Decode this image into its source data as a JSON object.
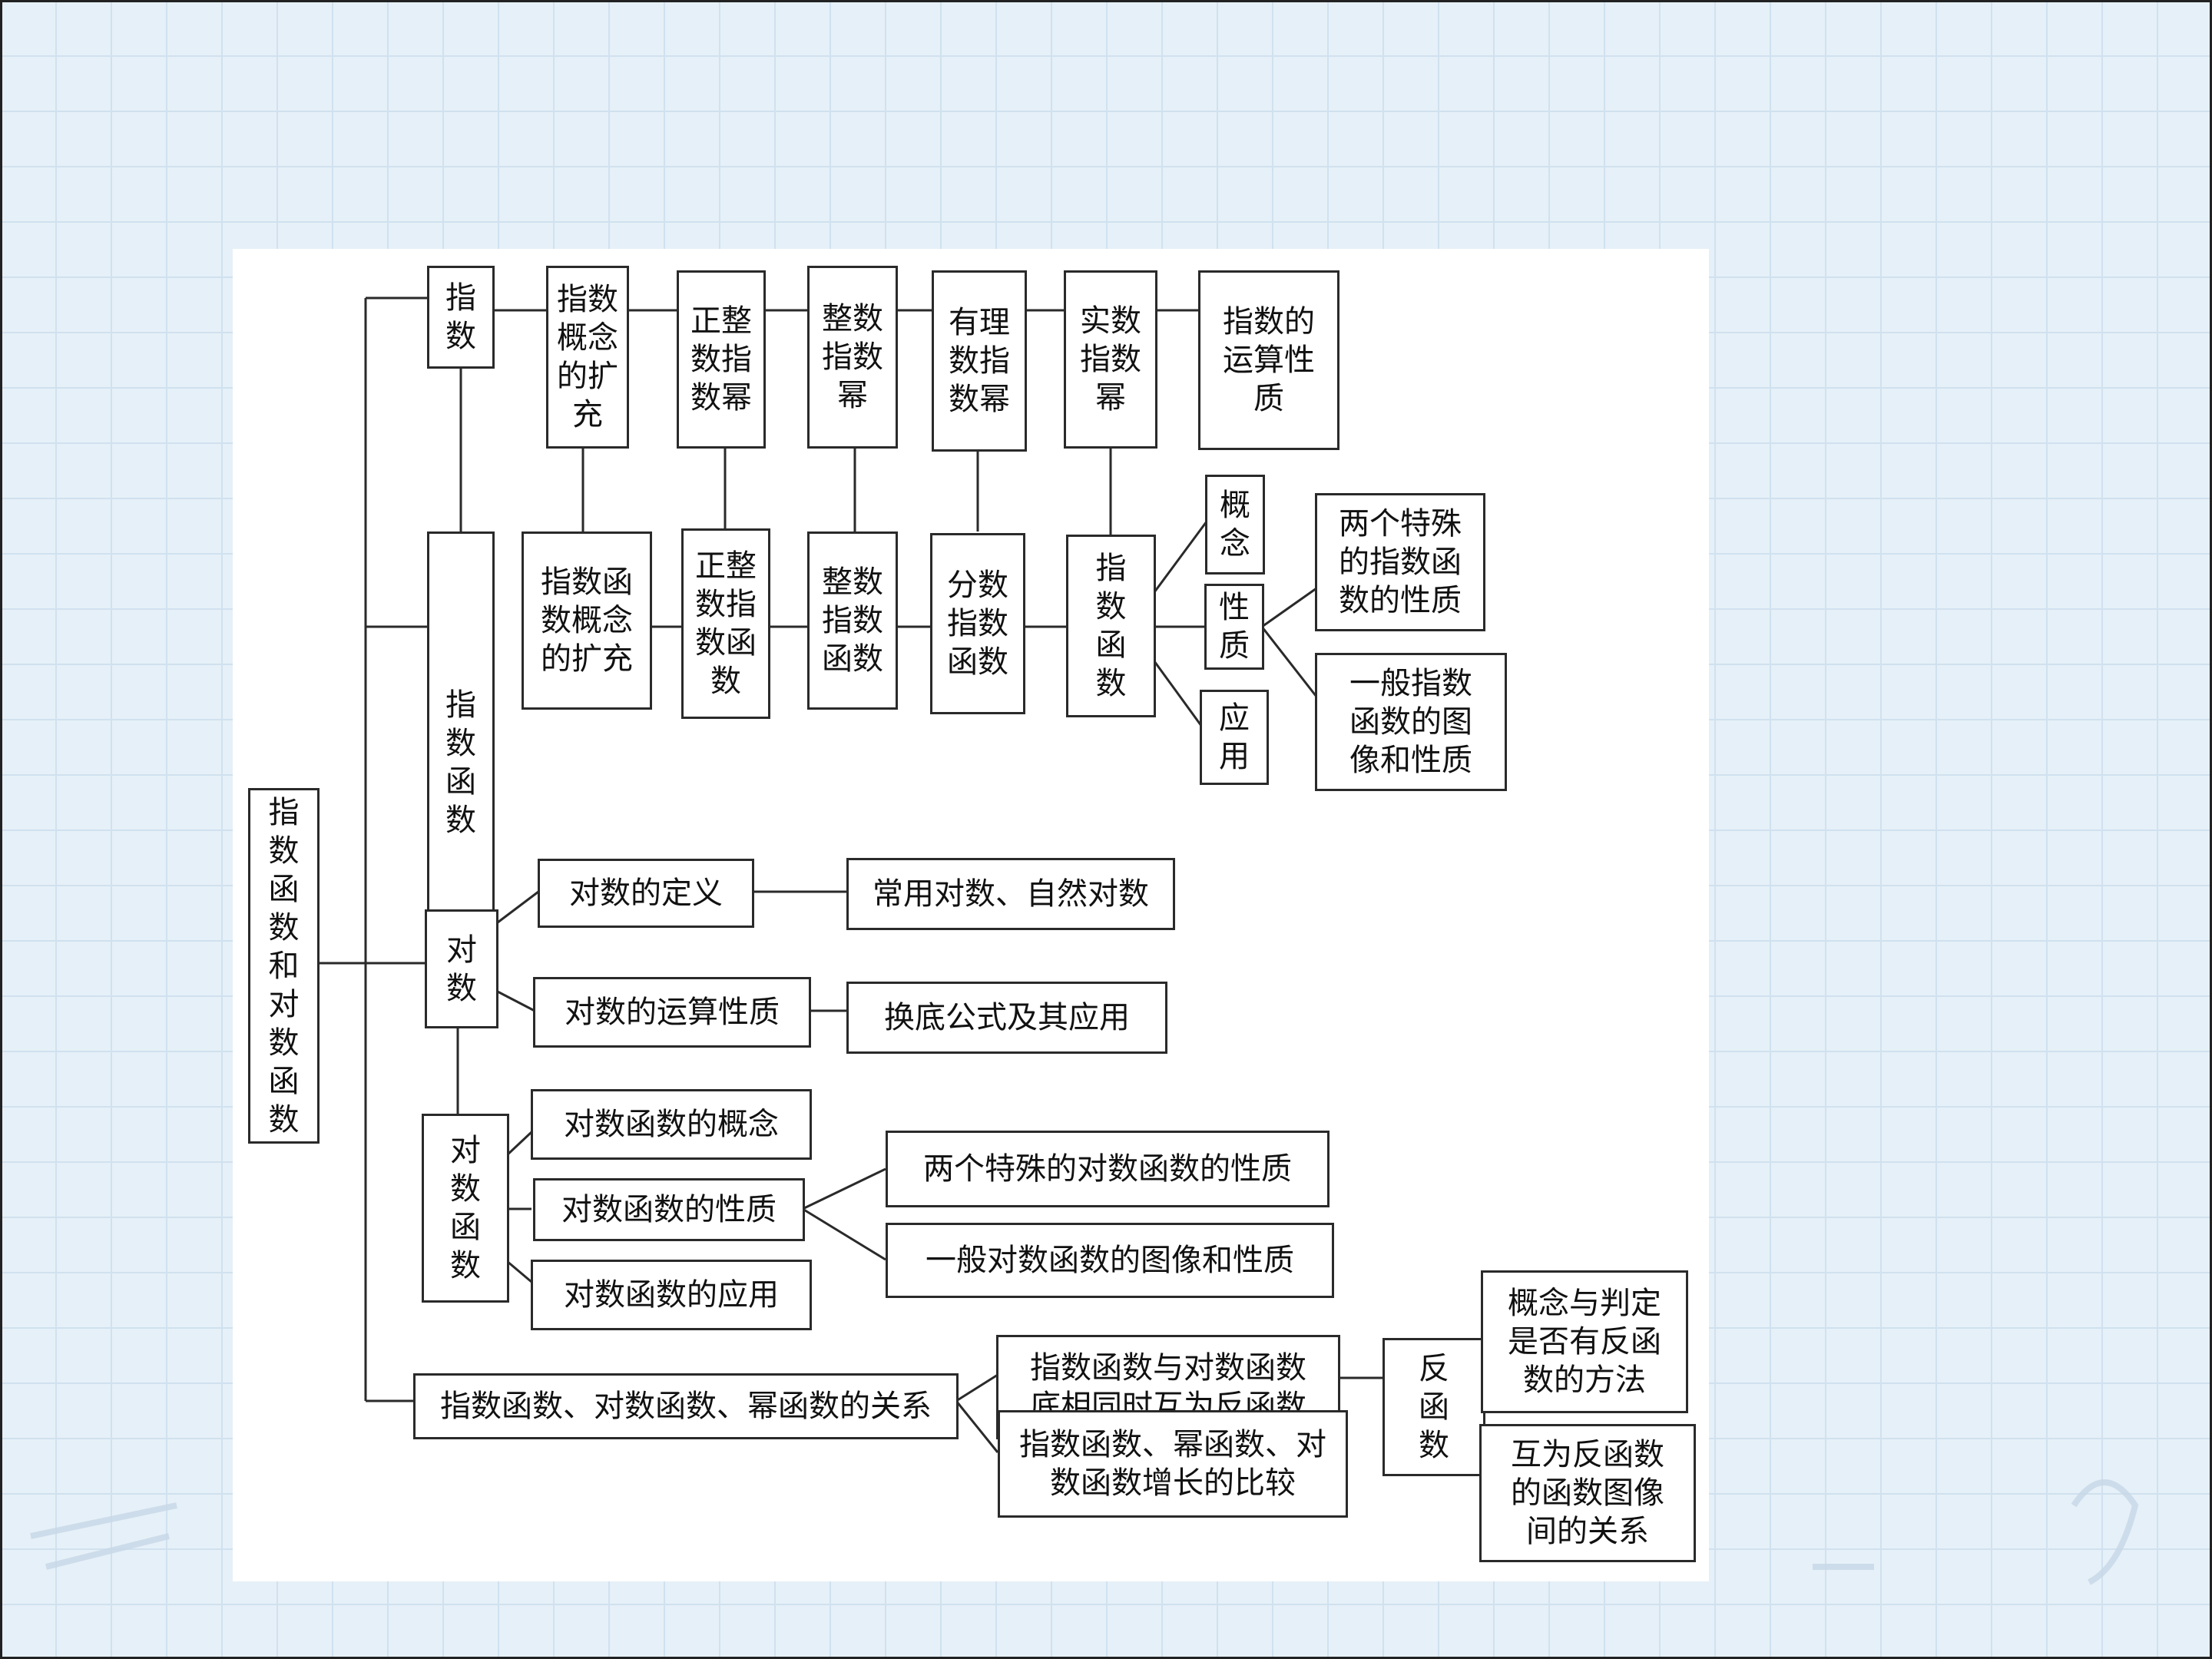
{
  "diagram": {
    "root": "指\n数\n函\n数\n和\n对\n数\n函\n数",
    "exponent": {
      "title": "指\n数",
      "concept_ext": "指数\n概念\n的扩\n充",
      "pos_int_power": "正整\n数指\n数幂",
      "int_power": "整数\n指数\n幂",
      "rational_power": "有理\n数指\n数幂",
      "real_power": "实数\n指数\n幂",
      "operation_props": "指数的\n运算性\n质"
    },
    "exp_function": {
      "title": "指\n数\n函\n数",
      "concept_ext": "指数函\n数概念\n的扩充",
      "pos_int_func": "正整\n数指\n数函\n数",
      "int_func": "整数\n指数\n函数",
      "frac_func": "分数\n指数\n函数",
      "func": "指\n数\n函\n数",
      "concept": "概\n念",
      "property": "性\n质",
      "application": "应\n用",
      "special_props": "两个特殊\n的指数函\n数的性质",
      "general_props": "一般指数\n函数的图\n像和性质"
    },
    "logarithm": {
      "title": "对\n数",
      "definition": "对数的定义",
      "common_natural": "常用对数、自然对数",
      "operation_props": "对数的运算性质",
      "change_base": "换底公式及其应用"
    },
    "log_function": {
      "title": "对\n数\n函\n数",
      "concept": "对数函数的概念",
      "properties": "对数函数的性质",
      "application": "对数函数的应用",
      "special_props": "两个特殊的对数函数的性质",
      "general_props": "一般对数函数的图像和性质"
    },
    "relation": {
      "title": "指数函数、对数函数、幂函数的关系",
      "inverse_pair": "指数函数与对数函数\n底相同时互为反函数",
      "growth_compare": "指数函数、幂函数、对\n数函数增长的比较",
      "inverse": "反\n函\n数",
      "inverse_criteria": "概念与判定\n是否有反函\n数的方法",
      "inverse_graph": "互为反函数\n的函数图像\n间的关系"
    }
  }
}
